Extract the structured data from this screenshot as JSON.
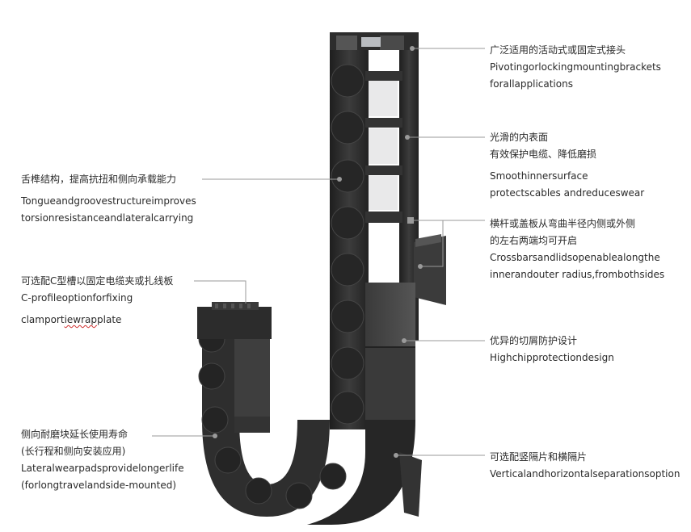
{
  "callouts": {
    "brackets": {
      "cn": "广泛适用的活动式或固定式接头",
      "en1": "Pivotingorlockingmountingbrackets",
      "en2": "forallapplications"
    },
    "inner_surface": {
      "cn1": "光滑的内表面",
      "cn2": "有效保护电缆、降低磨损",
      "en1": "Smoothinnersurface",
      "en2": "protectscables andreduceswear"
    },
    "crossbars": {
      "cn1": "横杆或盖板从弯曲半径内侧或外侧",
      "cn2": "的左右两端均可开启",
      "en1": "Crossbarsandlidsopenablealongthe",
      "en2": "innerandouter radius,frombothsides"
    },
    "chip_protection": {
      "cn": "优异的切屑防护设计",
      "en": "Highchipprotectiondesign"
    },
    "separation": {
      "cn": "可选配竖隔片和横隔片",
      "en": "Verticalandhorizontalseparationsoption"
    },
    "tongue_groove": {
      "cn": "舌榫结构，提高抗扭和侧向承载能力",
      "en1": "Tongueandgroovestructureimproves",
      "en2": "torsionresistanceandlateralcarrying"
    },
    "c_profile": {
      "cn": "可选配C型槽以固定电缆夹或扎线板",
      "en1": "C-profileoptionforfixing",
      "en2_pre": "clamport",
      "en2_wavy": "iewrap",
      "en2_post": "plate"
    },
    "wear_pads": {
      "cn1": "侧向耐磨块延长使用寿命",
      "cn2": "(长行程和侧向安装应用)",
      "en1": "Lateralwearpadsprovidelongerlife",
      "en2": "(forlongtravelandside-mounted)"
    }
  },
  "colors": {
    "chain_dark": "#2b2b2b",
    "chain_mid": "#3a3a3a",
    "chain_light": "#4a4a4a",
    "leader_line": "#9a9a9a"
  }
}
